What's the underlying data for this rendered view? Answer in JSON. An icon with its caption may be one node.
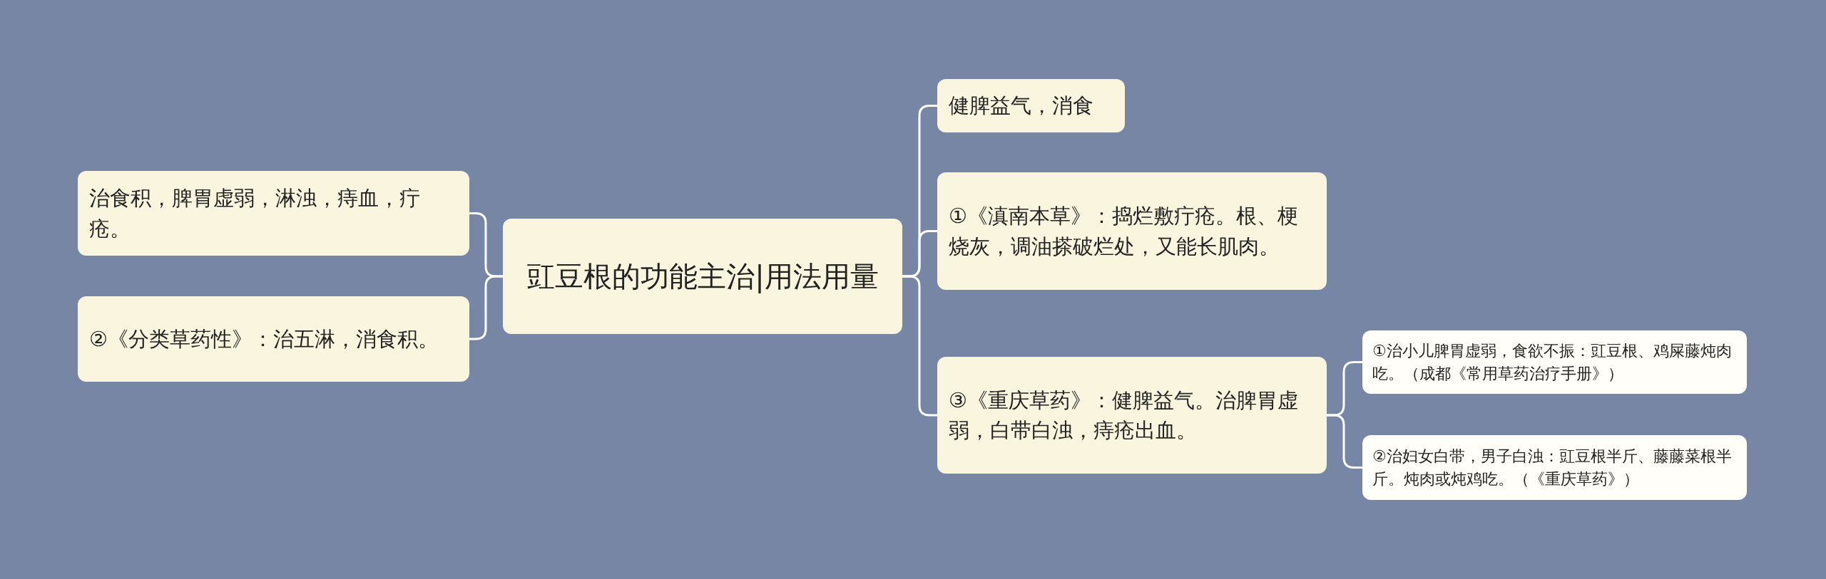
{
  "diagram": {
    "nodes": [
      {
        "text": [
          "豇豆根的功能主治|用法用量"
        ]
      },
      {
        "text": [
          "治食积，脾胃虚弱，淋浊，痔血，疔疮。"
        ]
      },
      {
        "text": [
          "②《分类草药性》：治五淋，消食积。"
        ]
      },
      {
        "text": [
          "健脾益气，消食"
        ]
      },
      {
        "text": [
          "①《滇南本草》：捣烂敷疔疮。根、梗烧灰，调油搽破烂处，又能长肌肉。"
        ]
      },
      {
        "text": [
          "③《重庆草药》：健脾益气。治脾胃虚弱，白带白浊，痔疮出血。"
        ]
      },
      {
        "text": [
          "①治小儿脾胃虚弱，食欲不振：豇豆根、鸡屎藤炖肉吃。（成都《常用草药治疗手册》）"
        ]
      },
      {
        "text": [
          "②治妇女白带，男子白浊：豇豆根半斤、藤藤菜根半斤。炖肉或炖鸡吃。（《重庆草药》）"
        ]
      }
    ],
    "edges": [
      {
        "from": 0,
        "to": 1,
        "arrow": "none"
      },
      {
        "from": 0,
        "to": 2,
        "arrow": "none"
      },
      {
        "from": 0,
        "to": 3,
        "arrow": "none"
      },
      {
        "from": 0,
        "to": 4,
        "arrow": "none"
      },
      {
        "from": 0,
        "to": 5,
        "arrow": "none"
      },
      {
        "from": 5,
        "to": 6,
        "arrow": "none"
      },
      {
        "from": 5,
        "to": 7,
        "arrow": "none"
      }
    ]
  }
}
